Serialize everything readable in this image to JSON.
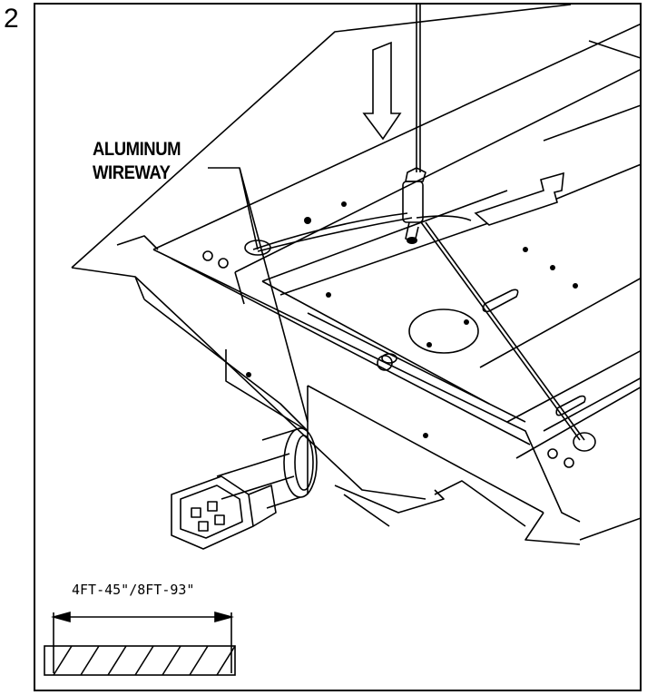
{
  "step": {
    "number": "2"
  },
  "callouts": {
    "wireway_line1": "ALUMINUM",
    "wireway_line2": "WIREWAY"
  },
  "dimension": {
    "label": "4FT-45\"/8FT-93\""
  },
  "icons": {
    "down_arrow": "down-arrow-icon",
    "slide_arrow": "slide-arrow-icon",
    "connector": "electrical-connector-icon"
  },
  "colors": {
    "line": "#000000",
    "background": "#ffffff"
  }
}
